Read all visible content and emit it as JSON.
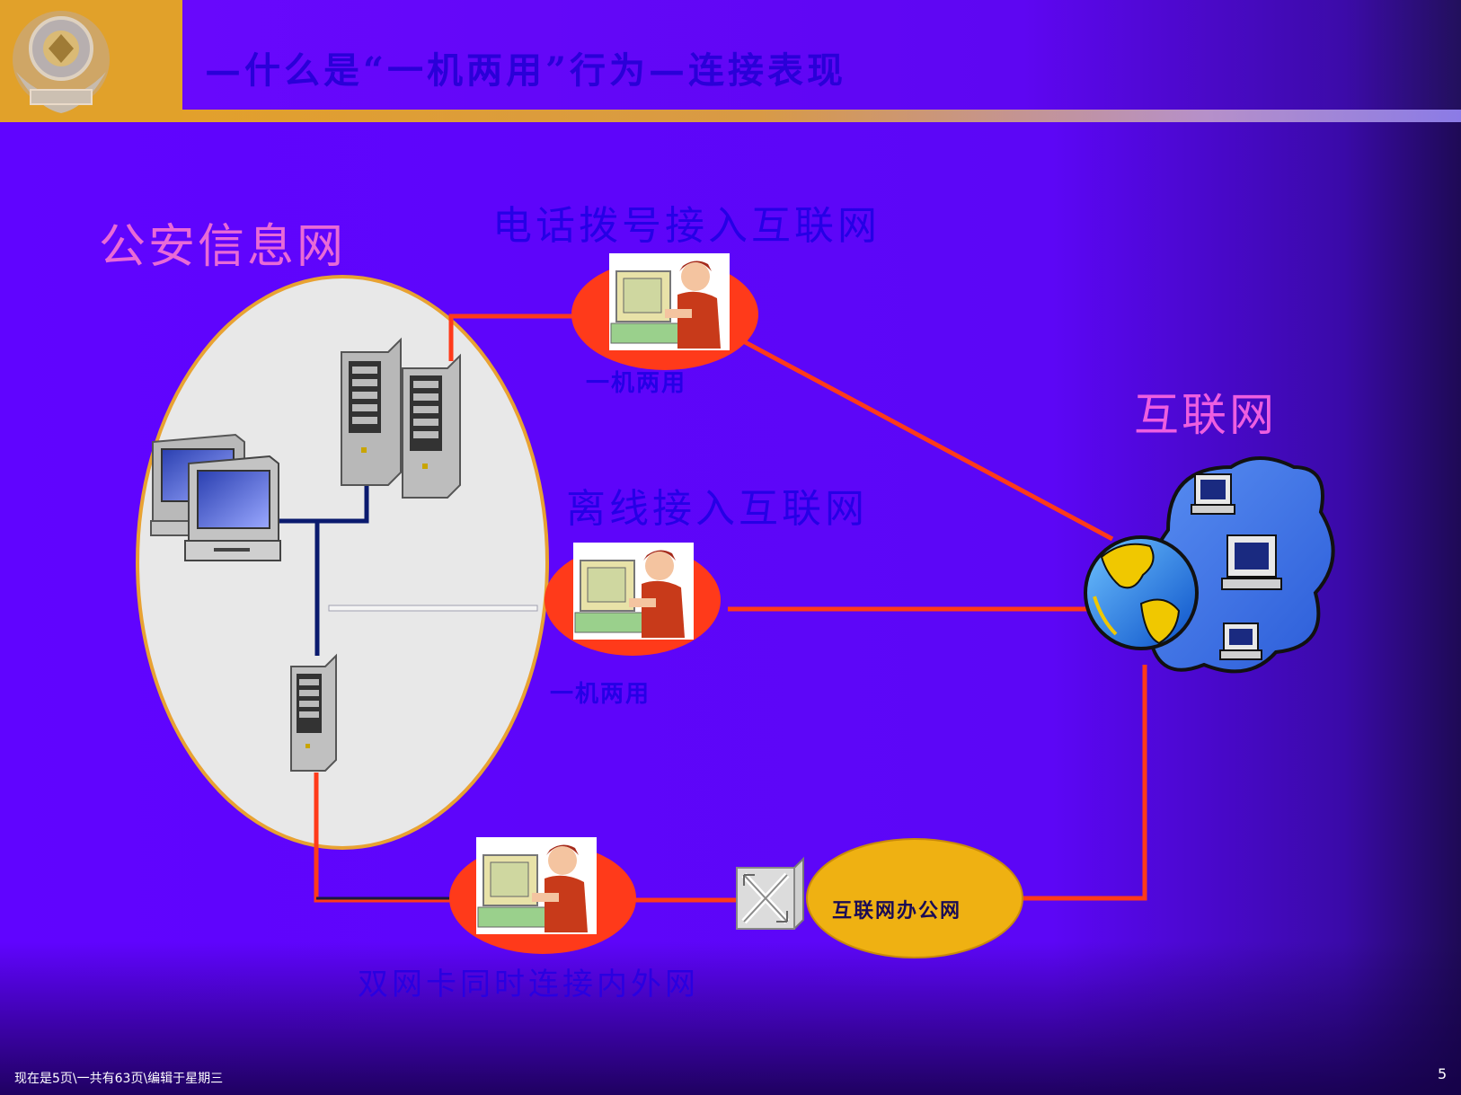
{
  "slide": {
    "title": "—什么是“一机两用”行为—连接表现",
    "footer": "现在是5页\\一共有63页\\编辑于星期三",
    "page_number": "5"
  },
  "diagram": {
    "intranet_label": "公安信息网",
    "dialup_label": "电话拨号接入互联网",
    "offline_label": "离线接入互联网",
    "internet_label": "互联网",
    "dual_nic_label": "双网卡同时连接内外网",
    "dual_use_label_1": "一机两用",
    "dual_use_label_2": "一机两用",
    "office_net_label": "互联网办公网",
    "colors": {
      "link_red": "#ff3a1a",
      "lan_navy": "#0a1a6e",
      "intranet_fill": "#e8e8e8",
      "intranet_border": "#e8a232",
      "office_fill": "#efb112",
      "accent_pink": "#ee5ee0",
      "accent_blue": "#2600e6"
    },
    "icons": [
      "police-badge-icon",
      "desktop-computer-icon",
      "server-tower-icon",
      "user-at-computer-icon",
      "network-switch-icon",
      "globe-network-icon"
    ]
  }
}
